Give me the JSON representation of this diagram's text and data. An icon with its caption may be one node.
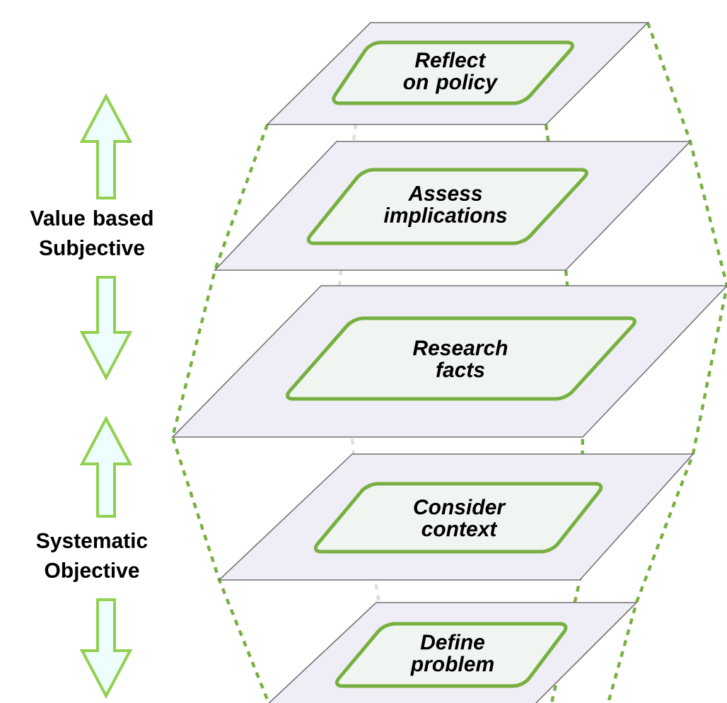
{
  "diagram": {
    "nodes": [
      {
        "text": [
          "Reflect on policy"
        ]
      },
      {
        "text": [
          "Assess implications"
        ]
      },
      {
        "text": [
          "Research facts"
        ]
      },
      {
        "text": [
          "Consider context"
        ]
      },
      {
        "text": [
          "Define problem"
        ]
      }
    ],
    "labels": [
      "Value based Subjective",
      "Systematic Objective"
    ]
  }
}
